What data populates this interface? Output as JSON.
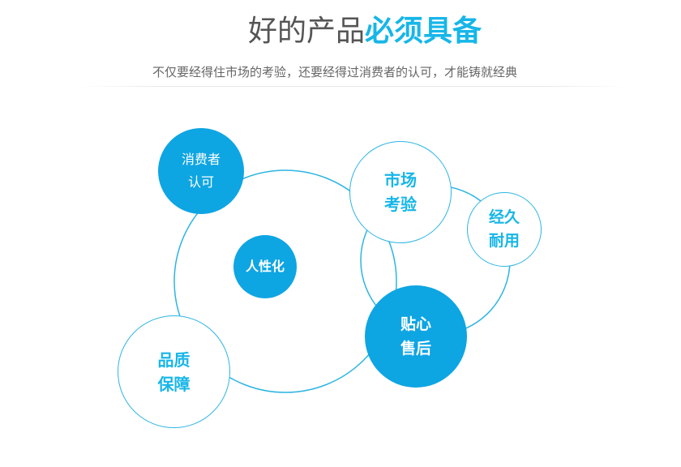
{
  "header": {
    "title_plain": "好的产品",
    "title_accent": "必须具备",
    "subtitle": "不仅要经得住市场的考验，还要经得过消费者的认可，才能铸就经典"
  },
  "diagram": {
    "nodes": {
      "consumer": {
        "line1": "消费者",
        "line2": "认可"
      },
      "humanized": {
        "label": "人性化"
      },
      "quality": {
        "line1": "品质",
        "line2": "保障"
      },
      "market": {
        "line1": "市场",
        "line2": "考验"
      },
      "durable": {
        "line1": "经久",
        "line2": "耐用"
      },
      "service": {
        "line1": "贴心",
        "line2": "售后"
      }
    }
  },
  "colors": {
    "accent": "#17b6e8",
    "filled": "#0ea5e3",
    "ring": "#2db5e2",
    "title_gray": "#555555",
    "subtitle_gray": "#666666"
  }
}
